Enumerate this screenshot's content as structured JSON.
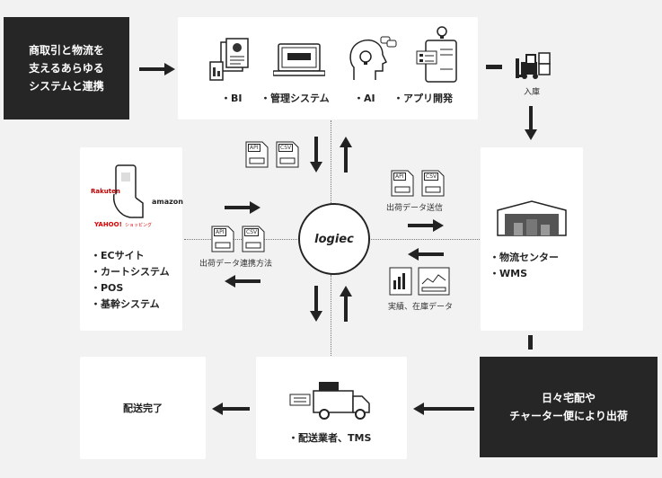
{
  "top_left_box": {
    "text": "商取引と物流を\n支えるあらゆる\nシステムと連携"
  },
  "top_tools": {
    "items": [
      {
        "label": "・BI",
        "icon": "bi-report-icon"
      },
      {
        "label": "・管理システム",
        "icon": "laptop-icon"
      },
      {
        "label": "・AI",
        "icon": "ai-head-icon"
      },
      {
        "label": "・アプリ開発",
        "icon": "mobile-app-icon"
      }
    ]
  },
  "receiving": {
    "label": "入庫",
    "icon": "forklift-icon"
  },
  "ec_box": {
    "items": [
      "・ECサイト",
      "・カートシステム",
      "・POS",
      "・基幹システム"
    ],
    "brands": {
      "rakuten": "Rakuten",
      "amazon": "amazon",
      "yahoo": "YAHOO!",
      "yahoo_sub": "ショッピング"
    }
  },
  "center": {
    "logo": "logiec"
  },
  "doc_badges": {
    "api": "API",
    "csv": "CSV"
  },
  "labels": {
    "left_flow": "出荷データ連携方法",
    "right_flow_top": "出荷データ送信",
    "right_flow_bottom": "実績、在庫データ"
  },
  "warehouse_box": {
    "items": [
      "・物流センター",
      "・WMS"
    ]
  },
  "delivery_box": {
    "text": "日々宅配や\nチャーター便により出荷"
  },
  "carrier_box": {
    "label": "・配送業者、TMS"
  },
  "done_box": {
    "label": "配送完了"
  }
}
